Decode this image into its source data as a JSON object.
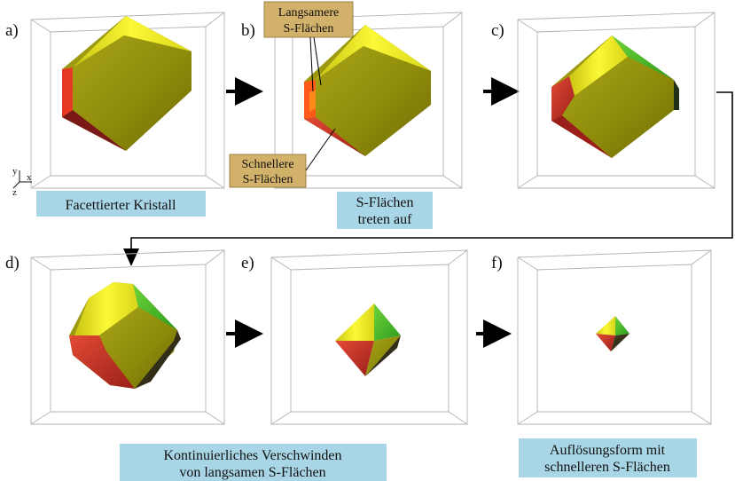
{
  "panels": [
    {
      "id": "a",
      "label": "a)"
    },
    {
      "id": "b",
      "label": "b)"
    },
    {
      "id": "c",
      "label": "c)"
    },
    {
      "id": "d",
      "label": "d)"
    },
    {
      "id": "e",
      "label": "e)"
    },
    {
      "id": "f",
      "label": "f)"
    }
  ],
  "notes": {
    "facetted": "Facettierter Kristall",
    "s_appear_1": "S-Flächen",
    "s_appear_2": "treten auf",
    "continuous_1": "Kontinuierliches Verschwinden",
    "continuous_2": "von langsamen S-Flächen",
    "dissolution_1": "Auflösungsform mit",
    "dissolution_2": "schnelleren S-Flächen"
  },
  "callouts": {
    "slow_1": "Langsamere",
    "slow_2": "S-Flächen",
    "fast_1": "Schnellere",
    "fast_2": "S-Flächen"
  },
  "axes": {
    "y": "y",
    "x": "x",
    "z": "z"
  },
  "colors": {
    "olive_face": "#8f8c0a",
    "yellow_face": "#f0ee1a",
    "green_face": "#3fbf2a",
    "red_face": "#d8342a",
    "orange_face": "#ff5a1a",
    "dark_face": "#3a3a1a",
    "note_bg": "#a9d6e6",
    "callout_bg": "#d2b26a"
  }
}
